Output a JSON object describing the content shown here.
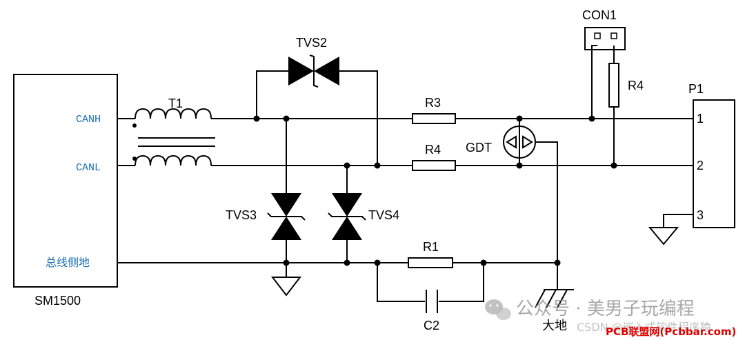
{
  "labels": {
    "ic": "SM1500",
    "pin_canh": "CANH",
    "pin_canl": "CANL",
    "pin_gnd": "总线侧地",
    "t1": "T1",
    "tvs2": "TVS2",
    "tvs3": "TVS3",
    "tvs4": "TVS4",
    "r3": "R3",
    "r4_mid": "R4",
    "r4_right": "R4",
    "r1": "R1",
    "c2": "C2",
    "gdt": "GDT",
    "con1": "CON1",
    "p1": "P1",
    "p1_pin1": "1",
    "p1_pin2": "2",
    "p1_pin3": "3",
    "earth": "大地"
  },
  "watermarks": {
    "wechat": "公众号 · 美男子玩编程",
    "csdn": "CSDN @嵌入式软件程序猿",
    "pcbbar": "PCB联盟网(Pcbbar.com)"
  }
}
